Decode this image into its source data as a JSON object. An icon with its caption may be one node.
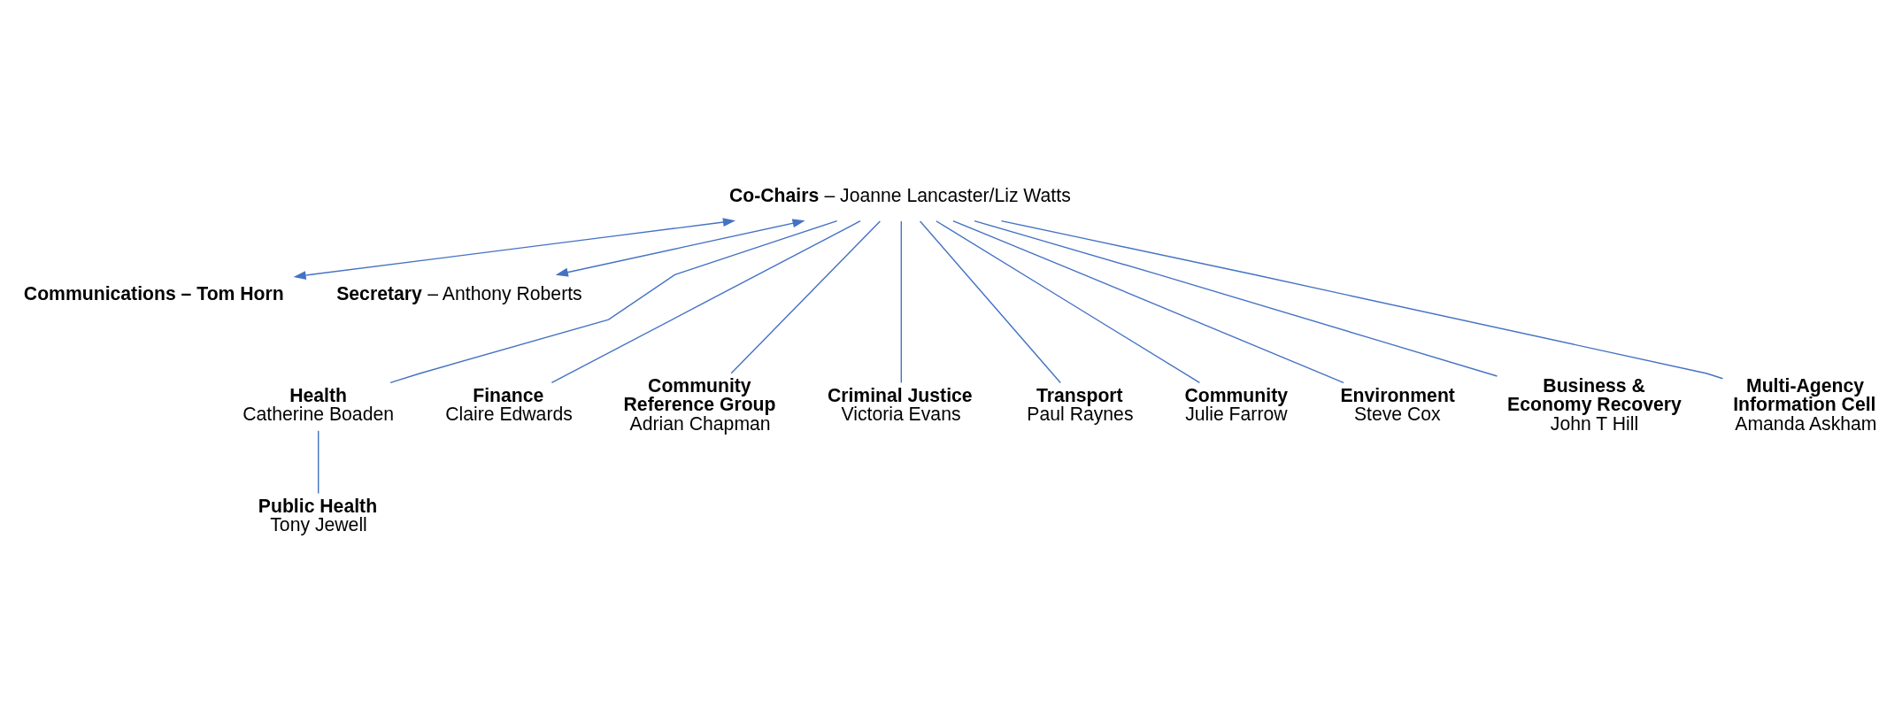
{
  "diagram": {
    "nodes": [
      {
        "text": [
          "**Co-Chairs** – Joanne Lancaster/Liz Watts"
        ]
      },
      {
        "text": [
          "Communications – Tom Horn"
        ]
      },
      {
        "text": [
          "**Secretary** – Anthony Roberts"
        ]
      },
      {
        "text": [
          "Health",
          "Catherine Boaden"
        ]
      },
      {
        "text": [
          "Finance",
          "Claire Edwards"
        ]
      },
      {
        "text": [
          "Community Reference Group",
          "Adrian Chapman"
        ]
      },
      {
        "text": [
          "Criminal Justice",
          "Victoria Evans"
        ]
      },
      {
        "text": [
          "Transport",
          "Paul Raynes"
        ]
      },
      {
        "text": [
          "Community",
          "Julie Farrow"
        ]
      },
      {
        "text": [
          "Environment",
          "Steve Cox"
        ]
      },
      {
        "text": [
          "Business & Economy Recovery",
          "John T Hill"
        ]
      },
      {
        "text": [
          "Multi-Agency Information Cell",
          "Amanda Askham"
        ]
      },
      {
        "text": [
          "Public Health",
          "Tony Jewell"
        ]
      }
    ],
    "edges": [
      {
        "from": 0,
        "to": 1,
        "arrow": "both"
      },
      {
        "from": 0,
        "to": 2,
        "arrow": "both"
      },
      {
        "from": 0,
        "to": 3,
        "arrow": "none"
      },
      {
        "from": 0,
        "to": 4,
        "arrow": "none"
      },
      {
        "from": 0,
        "to": 5,
        "arrow": "none"
      },
      {
        "from": 0,
        "to": 6,
        "arrow": "none"
      },
      {
        "from": 0,
        "to": 7,
        "arrow": "none"
      },
      {
        "from": 0,
        "to": 8,
        "arrow": "none"
      },
      {
        "from": 0,
        "to": 9,
        "arrow": "none"
      },
      {
        "from": 0,
        "to": 10,
        "arrow": "none"
      },
      {
        "from": 0,
        "to": 11,
        "arrow": "none"
      },
      {
        "from": 3,
        "to": 12,
        "arrow": "none"
      }
    ]
  }
}
